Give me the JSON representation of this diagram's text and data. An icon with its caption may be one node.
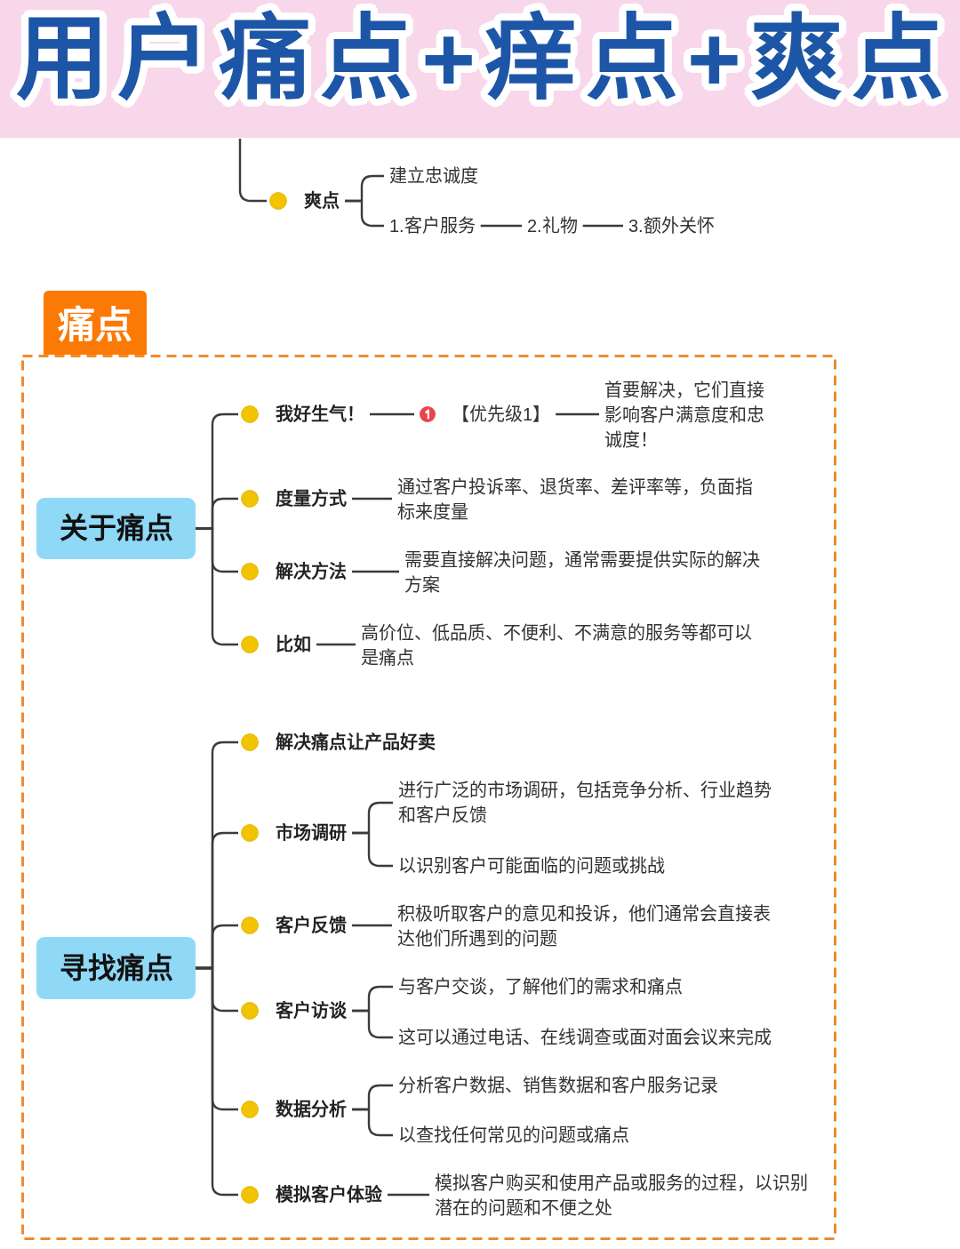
{
  "diagram": {
    "title": "用户痛点+痒点+爽点",
    "nodes": [
      {
        "text": [
          "爽点"
        ]
      },
      {
        "text": [
          "建立忠诚度"
        ]
      },
      {
        "text": [
          "1.客户服务"
        ]
      },
      {
        "text": [
          "2.礼物"
        ]
      },
      {
        "text": [
          "3.额外关怀"
        ]
      },
      {
        "text": [
          "痛点"
        ]
      },
      {
        "text": [
          "关于痛点"
        ],
        "in": 5
      },
      {
        "text": [
          "我好生气！"
        ],
        "in": 5
      },
      {
        "text": [
          "【优先级1】"
        ],
        "in": 5
      },
      {
        "text": [
          "首要解决，它们直接影响客户满意度和忠诚度！"
        ],
        "in": 5
      },
      {
        "text": [
          "度量方式"
        ],
        "in": 5
      },
      {
        "text": [
          "通过客户投诉率、退货率、差评率等，负面指标来度量"
        ],
        "in": 5
      },
      {
        "text": [
          "解决方法"
        ],
        "in": 5
      },
      {
        "text": [
          "需要直接解决问题，通常需要提供实际的解决方案"
        ],
        "in": 5
      },
      {
        "text": [
          "比如"
        ],
        "in": 5
      },
      {
        "text": [
          "高价位、低品质、不便利、不满意的服务等都可以是痛点"
        ],
        "in": 5
      },
      {
        "text": [
          "寻找痛点"
        ],
        "in": 5
      },
      {
        "text": [
          "解决痛点让产品好卖"
        ],
        "in": 5
      },
      {
        "text": [
          "市场调研"
        ],
        "in": 5
      },
      {
        "text": [
          "进行广泛的市场调研，包括竞争分析、行业趋势和客户反馈"
        ],
        "in": 5
      },
      {
        "text": [
          "以识别客户可能面临的问题或挑战"
        ],
        "in": 5
      },
      {
        "text": [
          "客户反馈"
        ],
        "in": 5
      },
      {
        "text": [
          "积极听取客户的意见和投诉，他们通常会直接表达他们所遇到的问题"
        ],
        "in": 5
      },
      {
        "text": [
          "客户访谈"
        ],
        "in": 5
      },
      {
        "text": [
          "与客户交谈，了解他们的需求和痛点"
        ],
        "in": 5
      },
      {
        "text": [
          "这可以通过电话、在线调查或面对面会议来完成"
        ],
        "in": 5
      },
      {
        "text": [
          "数据分析"
        ],
        "in": 5
      },
      {
        "text": [
          "分析客户数据、销售数据和客户服务记录"
        ],
        "in": 5
      },
      {
        "text": [
          "以查找任何常见的问题或痛点"
        ],
        "in": 5
      },
      {
        "text": [
          "模拟客户体验"
        ],
        "in": 5
      },
      {
        "text": [
          "模拟客户购买和使用产品或服务的过程，以识别潜在的问题和不便之处"
        ],
        "in": 5
      }
    ],
    "edges": [
      {
        "from": null,
        "to": 0,
        "arrow": "none"
      },
      {
        "from": 0,
        "to": 1,
        "arrow": "none"
      },
      {
        "from": 0,
        "to": 2,
        "arrow": "none"
      },
      {
        "from": 2,
        "to": 3,
        "arrow": "none"
      },
      {
        "from": 3,
        "to": 4,
        "arrow": "none"
      },
      {
        "from": 6,
        "to": 7,
        "arrow": "none"
      },
      {
        "from": 7,
        "to": 8,
        "arrow": "none"
      },
      {
        "from": 8,
        "to": 9,
        "arrow": "none"
      },
      {
        "from": 6,
        "to": 10,
        "arrow": "none"
      },
      {
        "from": 10,
        "to": 11,
        "arrow": "none"
      },
      {
        "from": 6,
        "to": 12,
        "arrow": "none"
      },
      {
        "from": 12,
        "to": 13,
        "arrow": "none"
      },
      {
        "from": 6,
        "to": 14,
        "arrow": "none"
      },
      {
        "from": 14,
        "to": 15,
        "arrow": "none"
      },
      {
        "from": 16,
        "to": 17,
        "arrow": "none"
      },
      {
        "from": 16,
        "to": 18,
        "arrow": "none"
      },
      {
        "from": 18,
        "to": 19,
        "arrow": "none"
      },
      {
        "from": 18,
        "to": 20,
        "arrow": "none"
      },
      {
        "from": 16,
        "to": 21,
        "arrow": "none"
      },
      {
        "from": 21,
        "to": 22,
        "arrow": "none"
      },
      {
        "from": 16,
        "to": 23,
        "arrow": "none"
      },
      {
        "from": 23,
        "to": 24,
        "arrow": "none"
      },
      {
        "from": 23,
        "to": 25,
        "arrow": "none"
      },
      {
        "from": 16,
        "to": 26,
        "arrow": "none"
      },
      {
        "from": 26,
        "to": 27,
        "arrow": "none"
      },
      {
        "from": 26,
        "to": 28,
        "arrow": "none"
      },
      {
        "from": 16,
        "to": 29,
        "arrow": "none"
      },
      {
        "from": 29,
        "to": 30,
        "arrow": "none"
      }
    ]
  }
}
